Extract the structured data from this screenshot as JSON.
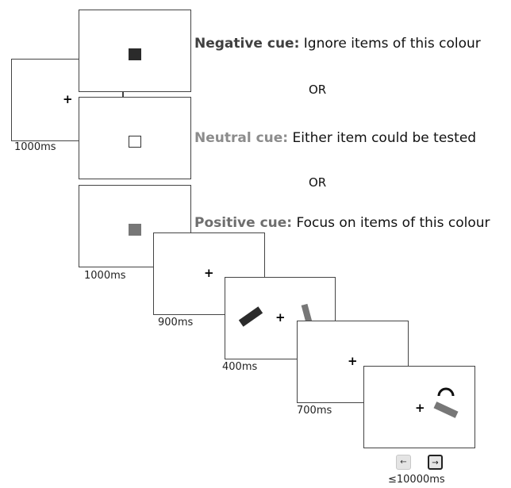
{
  "cues": {
    "negative": {
      "label": "Negative cue:",
      "text": " Ignore items of this colour",
      "label_color": "#404040"
    },
    "neutral": {
      "label": "Neutral cue:",
      "text": " Either item could be tested",
      "label_color": "#8c8c8c"
    },
    "positive": {
      "label": "Positive cue:",
      "text": " Focus on items of this colour",
      "label_color": "#6e6e6e"
    }
  },
  "or_label": "OR",
  "fixation_symbol": "+",
  "durations": {
    "fixation": "1000ms",
    "cue": "1000ms",
    "blank1": "900ms",
    "memory": "400ms",
    "delay": "700ms",
    "response": "≤10000ms"
  },
  "keys": {
    "left": "←",
    "right": "→"
  },
  "colors": {
    "dark_item": "#2b2b2b",
    "grey_item": "#777777",
    "neutral_cue_fill": "#ffffff"
  },
  "icons": [
    "fixation-cross-icon",
    "left-arrow-key-icon",
    "right-arrow-key-icon",
    "probe-arc-icon"
  ]
}
